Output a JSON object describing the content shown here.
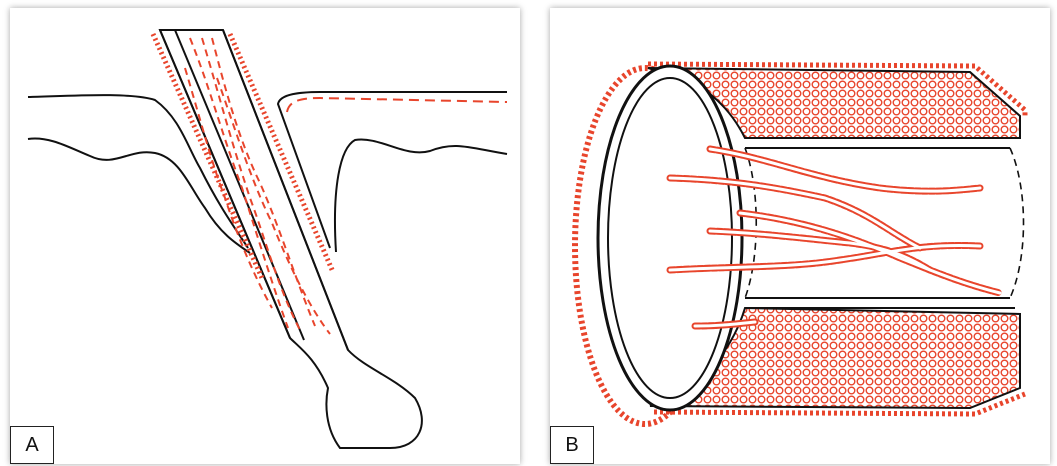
{
  "panels": [
    {
      "id": "A",
      "label": "A"
    },
    {
      "id": "B",
      "label": "B"
    }
  ],
  "colors": {
    "outline": "#111111",
    "accent": "#e8452c",
    "background": "#ffffff"
  }
}
